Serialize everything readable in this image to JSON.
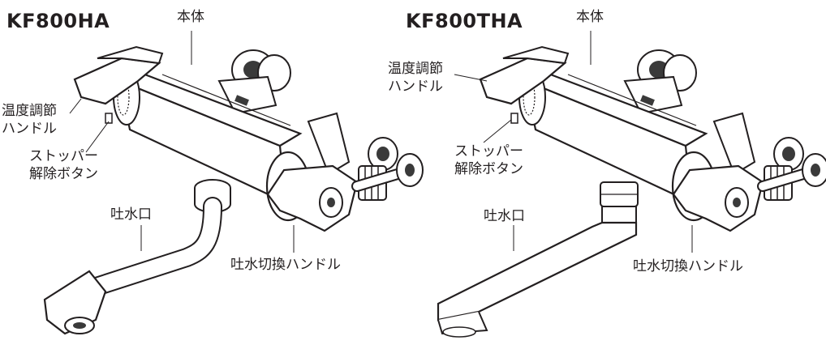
{
  "left": {
    "model": "KF800HA",
    "labels": {
      "body": "本体",
      "temp_handle": [
        "温度調節",
        "ハンドル"
      ],
      "stopper": [
        "ストッパー",
        "解除ボタン"
      ],
      "spout": "吐水口",
      "switch_handle": "吐水切換ハンドル"
    }
  },
  "right": {
    "model": "KF800THA",
    "labels": {
      "body": "本体",
      "temp_handle": [
        "温度調節",
        "ハンドル"
      ],
      "stopper": [
        "ストッパー",
        "解除ボタン"
      ],
      "spout": "吐水口",
      "switch_handle": "吐水切換ハンドル"
    }
  },
  "colors": {
    "line": "#231f20",
    "fill": "#ffffff",
    "shade": "#3a3a3a",
    "light": "#d9d9d9"
  }
}
